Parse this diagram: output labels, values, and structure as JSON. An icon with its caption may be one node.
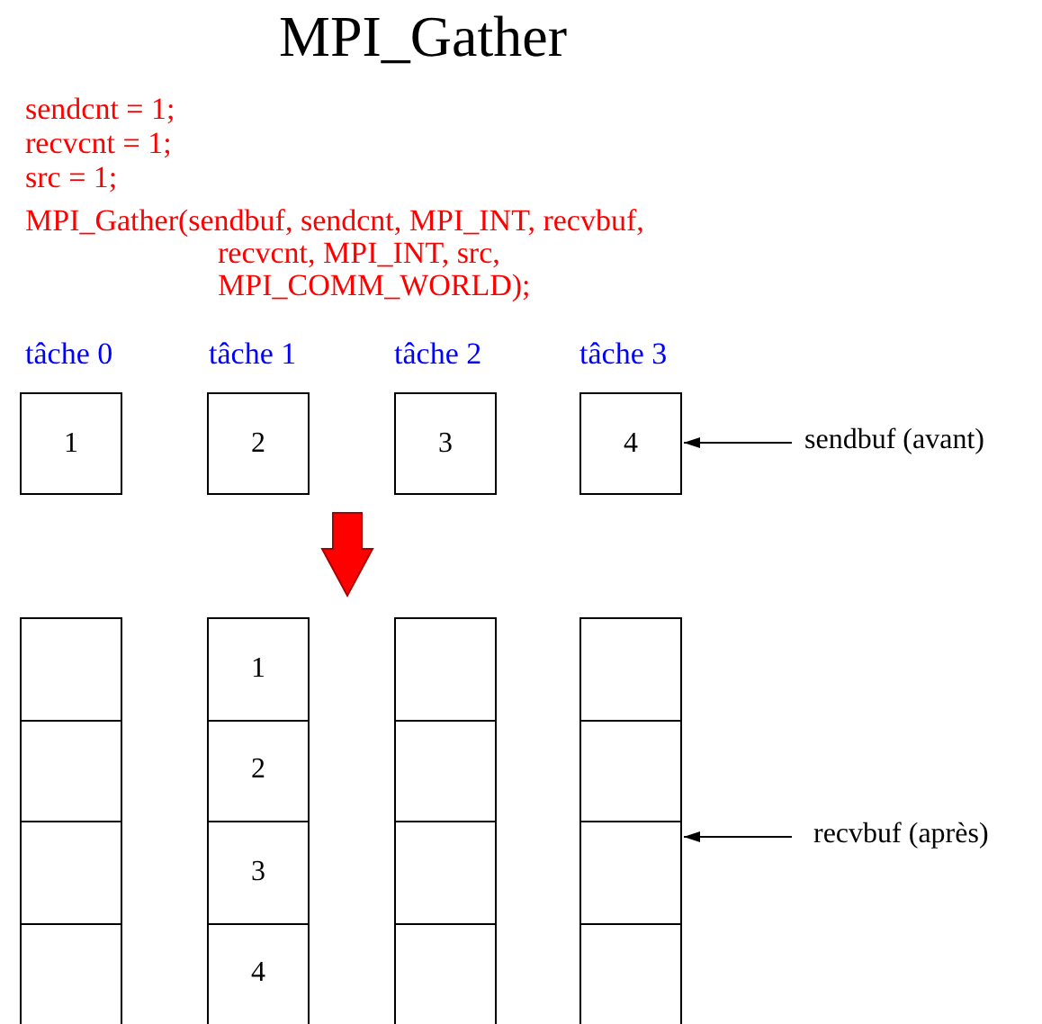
{
  "diagram": {
    "title": "MPI_Gather",
    "nodes": [
      {
        "text": [
          "1"
        ]
      },
      {
        "text": [
          "2"
        ]
      },
      {
        "text": [
          "3"
        ]
      },
      {
        "text": [
          "4"
        ]
      },
      {
        "text": [
          "sendbuf (avant)"
        ]
      },
      {
        "text": [],
        "shape": "box"
      },
      {
        "text": [
          "1"
        ]
      },
      {
        "text": [],
        "shape": "box"
      },
      {
        "text": [],
        "shape": "box"
      },
      {
        "text": [],
        "shape": "box"
      },
      {
        "text": [
          "2"
        ]
      },
      {
        "text": [],
        "shape": "box"
      },
      {
        "text": [],
        "shape": "box"
      },
      {
        "text": [],
        "shape": "box"
      },
      {
        "text": [
          "3"
        ]
      },
      {
        "text": [],
        "shape": "box"
      },
      {
        "text": [],
        "shape": "box"
      },
      {
        "text": [],
        "shape": "box"
      },
      {
        "text": [
          "4"
        ]
      },
      {
        "text": [],
        "shape": "box"
      },
      {
        "text": [],
        "shape": "box"
      },
      {
        "text": [
          "recvbuf (après)"
        ]
      }
    ],
    "edges": [
      {
        "from": 4,
        "to": 3,
        "arrow": "to"
      },
      {
        "from": 1,
        "to": 6,
        "arrow": "to",
        "style": "thick",
        "color": "#ff0000"
      },
      {
        "from": 21,
        "to": 16,
        "arrow": "to"
      }
    ],
    "labels": [
      "sendcnt = 1;",
      "recvcnt = 1;",
      "src = 1;",
      "MPI_Gather(sendbuf, sendcnt, MPI_INT, recvbuf, recvcnt, MPI_INT, src, MPI_COMM_WORLD);",
      "tâche 0",
      "tâche 1",
      "tâche 2",
      "tâche 3"
    ]
  }
}
